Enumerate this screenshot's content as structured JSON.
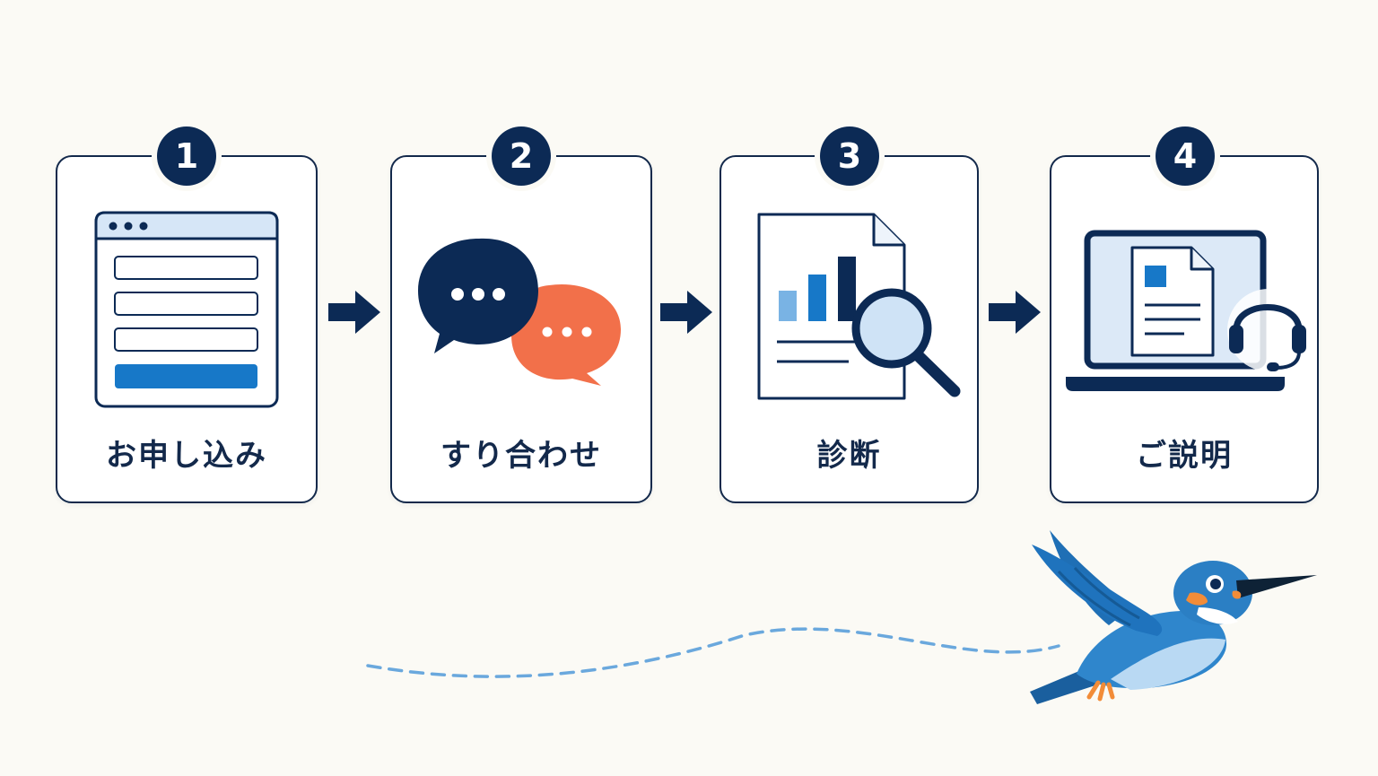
{
  "steps": [
    {
      "number": "1",
      "label": "お申し込み",
      "icon": "form-window-icon"
    },
    {
      "number": "2",
      "label": "すり合わせ",
      "icon": "chat-bubbles-icon"
    },
    {
      "number": "3",
      "label": "診断",
      "icon": "report-magnifier-icon"
    },
    {
      "number": "4",
      "label": "ご説明",
      "icon": "laptop-headset-icon"
    }
  ],
  "colors": {
    "navy": "#0c2a55",
    "blue": "#1778c8",
    "light_blue": "#dce9f7",
    "orange": "#f2704a",
    "background": "#fbfaf5"
  },
  "decoration": {
    "bird": "kingfisher-icon",
    "path": "dashed-flight-path"
  }
}
